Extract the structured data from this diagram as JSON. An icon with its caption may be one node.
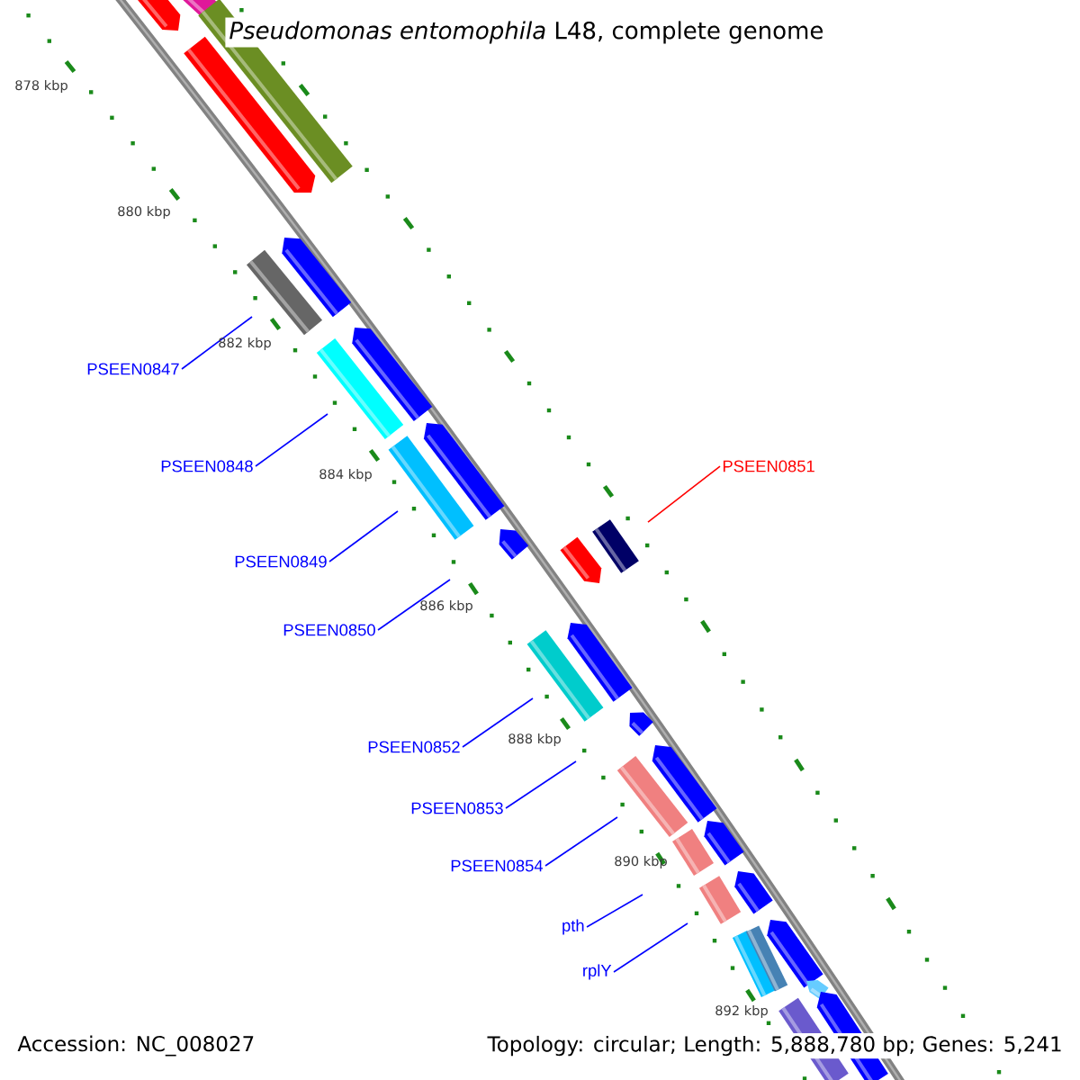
{
  "diagram": {
    "title": "*Pseudomonas entomophila* L48, complete genome",
    "nodes": [
      {
        "text": [
          "PSEEN0847"
        ]
      },
      {
        "text": [
          "PSEEN0848"
        ]
      },
      {
        "text": [
          "PSEEN0849"
        ]
      },
      {
        "text": [
          "PSEEN0850"
        ]
      },
      {
        "text": [
          "PSEEN0851"
        ]
      },
      {
        "text": [
          "PSEEN0852"
        ]
      },
      {
        "text": [
          "PSEEN0853"
        ]
      },
      {
        "text": [
          "PSEEN0854"
        ]
      },
      {
        "text": [
          "pth"
        ]
      },
      {
        "text": [
          "rplY"
        ]
      }
    ],
    "edges": [
      {
        "from": 0,
        "to": null,
        "arrow": "none"
      },
      {
        "from": 1,
        "to": null,
        "arrow": "none"
      },
      {
        "from": 2,
        "to": null,
        "arrow": "none"
      },
      {
        "from": 3,
        "to": null,
        "arrow": "none"
      },
      {
        "from": 4,
        "to": null,
        "arrow": "none",
        "color": "#ff0000"
      },
      {
        "from": 5,
        "to": null,
        "arrow": "none"
      },
      {
        "from": 6,
        "to": null,
        "arrow": "none"
      },
      {
        "from": 7,
        "to": null,
        "arrow": "none"
      },
      {
        "from": 8,
        "to": null,
        "arrow": "none"
      },
      {
        "from": 9,
        "to": null,
        "arrow": "none"
      }
    ],
    "labels": [
      "878 kbp",
      "880 kbp",
      "882 kbp",
      "884 kbp",
      "886 kbp",
      "888 kbp",
      "890 kbp",
      "892 kbp",
      "Accession: NC_008027",
      "Topology: circular; Length: 5,888,780 bp; Genes: 5,241"
    ]
  }
}
